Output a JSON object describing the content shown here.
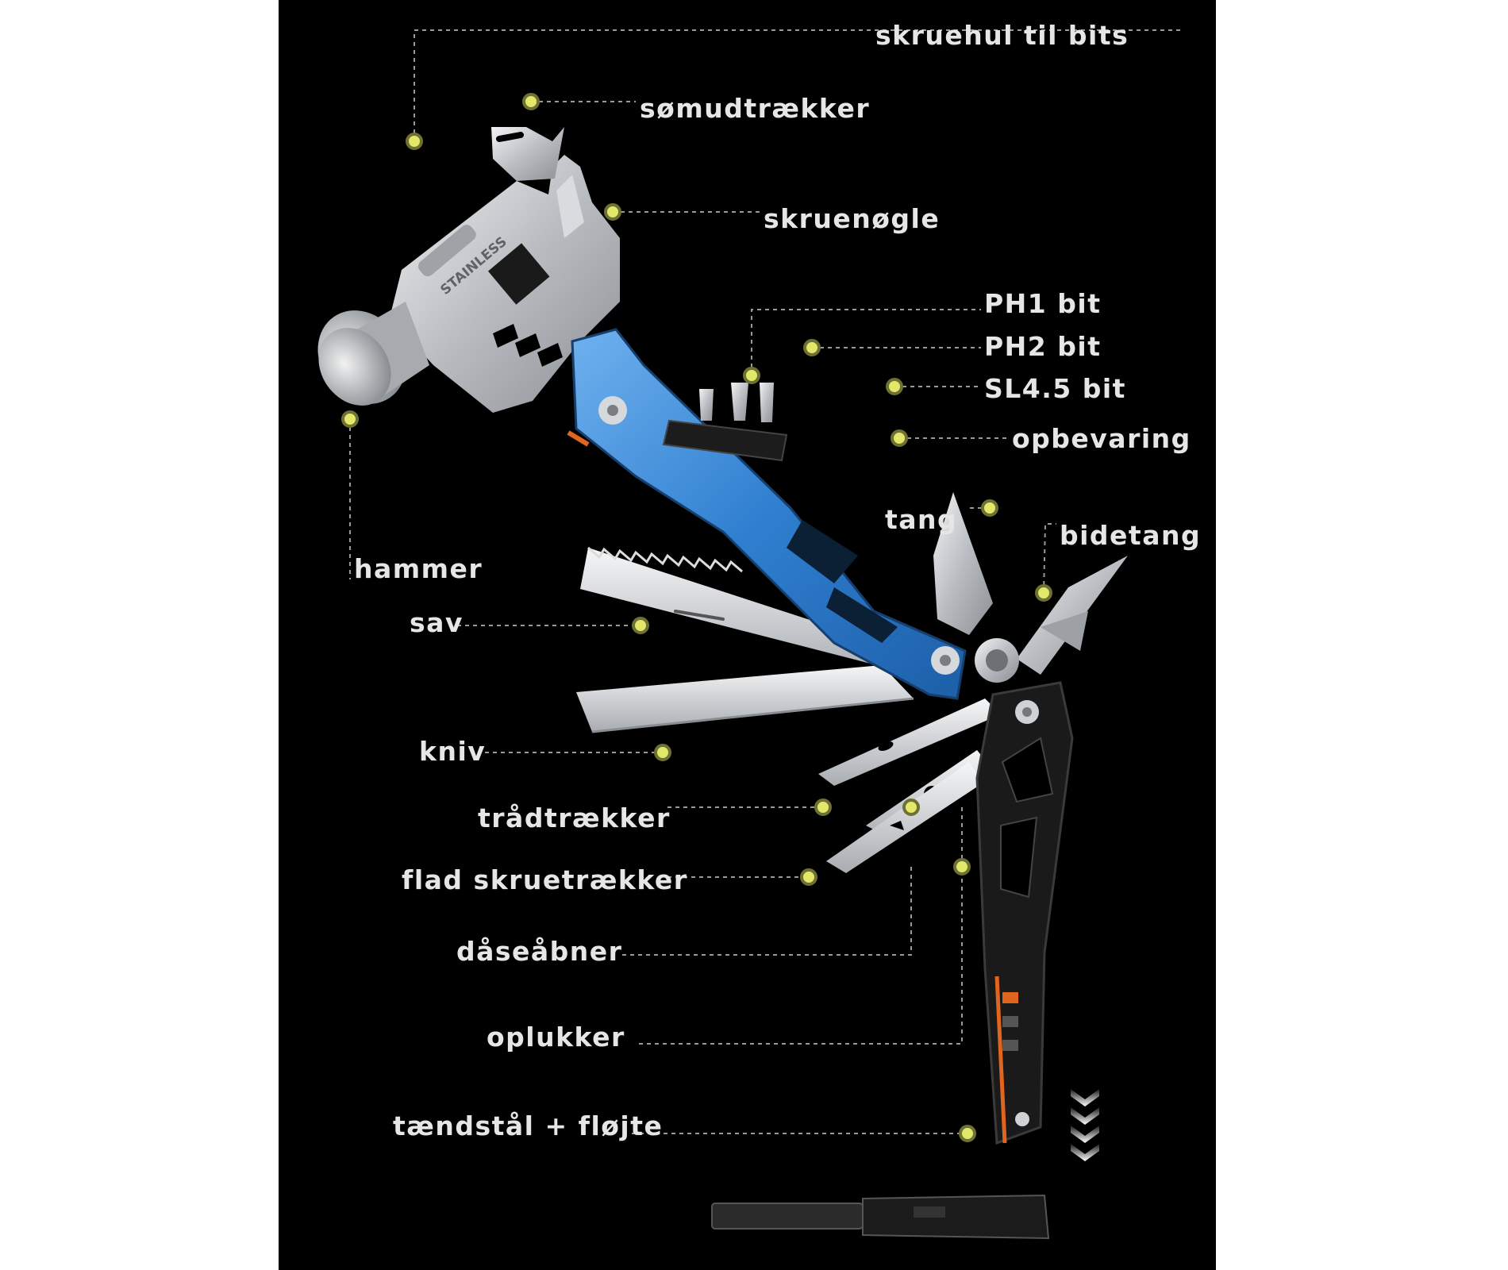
{
  "colors": {
    "background": "#000000",
    "label_text": "#e6e6e6",
    "marker": "#e4e86a",
    "leader_line": "#9a9a9a",
    "handle_blue": "#2f7fd0",
    "handle_black": "#1a1a1a",
    "steel": "#c9ccd0",
    "accent_orange": "#e0651e"
  },
  "engraving": "STAINLESS",
  "labels": {
    "skruehul": "skruehul til bits",
    "somudtraekker": "sømudtrækker",
    "skruenogle": "skruenøgle",
    "ph1": "PH1 bit",
    "ph2": "PH2 bit",
    "sl45": "SL4.5 bit",
    "opbevaring": "opbevaring",
    "tang": "tang",
    "bidetang": "bidetang",
    "hammer": "hammer",
    "sav": "sav",
    "kniv": "kniv",
    "tradtraekker": "trådtrækker",
    "flad": "flad skruetrækker",
    "daseabner": "dåseåbner",
    "oplukker": "oplukker",
    "taendstaal": "tændstål + fløjte"
  }
}
